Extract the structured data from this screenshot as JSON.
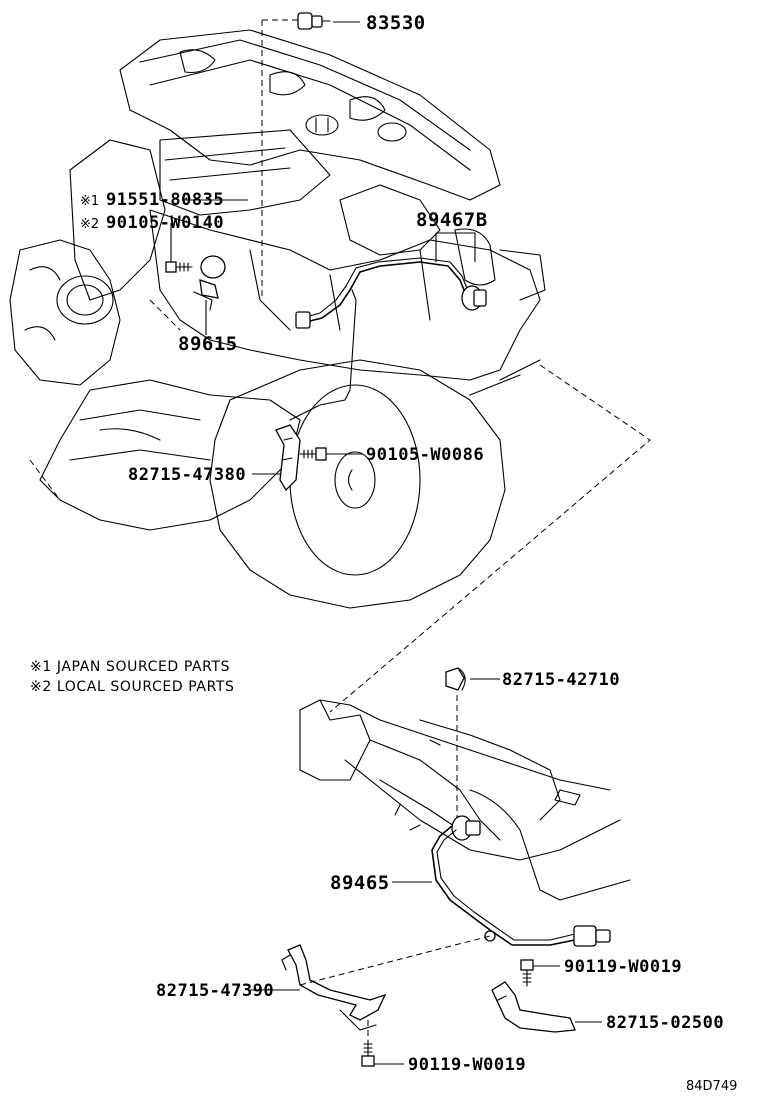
{
  "diagram": {
    "part_labels": {
      "p83530": "83530",
      "p91551": "91551-80835",
      "p90105_w0140": "90105-W0140",
      "p89467b": "89467B",
      "p89615": "89615",
      "p90105_w0086": "90105-W0086",
      "p82715_47380": "82715-47380",
      "p82715_42710": "82715-42710",
      "p89465": "89465",
      "p90119_w0019_a": "90119-W0019",
      "p82715_47390": "82715-47390",
      "p82715_02500": "82715-02500",
      "p90119_w0019_b": "90119-W0019"
    },
    "marks": {
      "mark1": "※1",
      "mark2": "※2"
    },
    "legend": {
      "line1": "※1 JAPAN SOURCED PARTS",
      "line2": "※2 LOCAL SOURCED PARTS"
    },
    "figure_code": "84D749"
  }
}
